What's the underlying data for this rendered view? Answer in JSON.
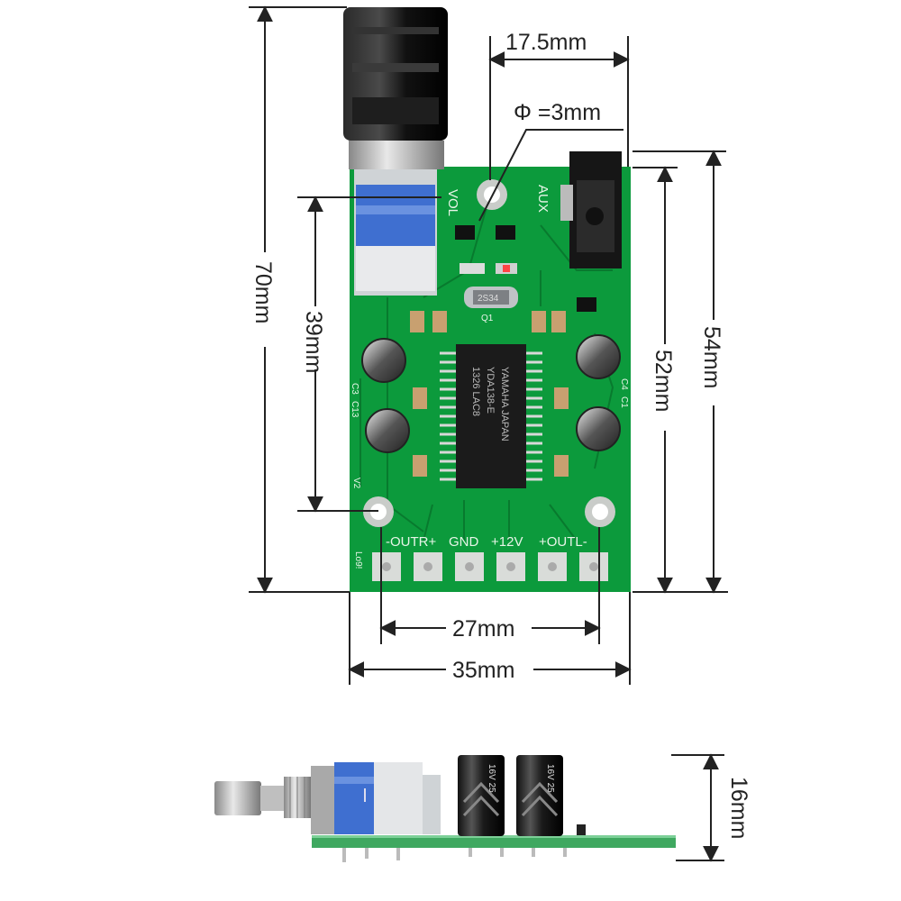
{
  "dimensions": {
    "width_top": "17.5mm",
    "hole_diameter": "Φ =3mm",
    "height_total": "70mm",
    "height_mount": "39mm",
    "height_board_right": "54mm",
    "height_board": "52mm",
    "width_holes": "27mm",
    "width_board": "35mm",
    "side_height": "16mm"
  },
  "silkscreen": {
    "vol": "VOL",
    "aux": "AUX",
    "v2": "V2",
    "outr": "-OUTR+",
    "gnd": "GND",
    "v12": "+12V",
    "outl": "+OUTL-",
    "corner": "Lo9!",
    "cap_c3": "C3",
    "cap_c13": "C13",
    "cap_c4": "C4",
    "cap_c1": "C1",
    "osc": "2S34",
    "q1": "Q1"
  },
  "chip": {
    "line1": "YAMAHA JAPAN",
    "line2": "YDA138-E",
    "line3": "1326 LAC8"
  },
  "side_caps": {
    "label": "16V 25"
  },
  "colors": {
    "pcb": "#0c9a3c",
    "pcb_dark": "#087a2e",
    "knob": "#151515",
    "pot_blue": "#3f6fd0",
    "pad": "#d9dcd9",
    "dimension_line": "#222222"
  }
}
